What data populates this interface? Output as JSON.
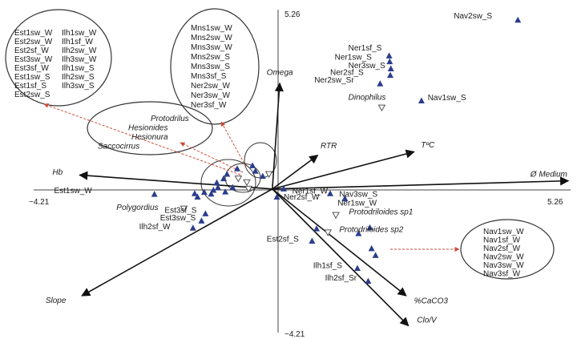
{
  "chart_data": {
    "type": "scatter",
    "title": "",
    "xlabel": "",
    "ylabel": "",
    "xlim": [
      -4.21,
      5.26
    ],
    "ylim": [
      -4.21,
      5.26
    ],
    "tick_labels": {
      "xmin": "−4.21",
      "xmax": "5.26",
      "ymin": "−4.21",
      "ymax": "5.26"
    },
    "colors": {
      "site_marker": "#2b3d8c",
      "taxon_marker": "#ffffff",
      "arrow": "#111111",
      "link": "#d04a3a",
      "ellipse": "#333333"
    },
    "sites": [
      {
        "label": "Nav2sw_S",
        "x": 4.33,
        "y": 4.95,
        "lx": 3.2,
        "ly": 5.0
      },
      {
        "label": "Ner1sf_S",
        "x": 2.06,
        "y": 3.9,
        "lx": 1.34,
        "ly": 4.06
      },
      {
        "label": "Ner1sw_S",
        "x": 2.07,
        "y": 3.73,
        "lx": 1.1,
        "ly": 3.79
      },
      {
        "label": "Ner3sw_S",
        "x": 2.09,
        "y": 3.52,
        "lx": 1.34,
        "ly": 3.55
      },
      {
        "label": "Ner2sf_S",
        "x": 2.08,
        "y": 3.33,
        "lx": 1.02,
        "ly": 3.35
      },
      {
        "label": "Ner2sw_Sr",
        "x": 1.9,
        "y": 3.08,
        "lx": 0.74,
        "ly": 3.12
      },
      {
        "label": "Nav1sw_S",
        "x": 2.63,
        "y": 2.58,
        "lx": 2.74,
        "ly": 2.6
      },
      {
        "label": "Est1sw_W",
        "x": -2.08,
        "y": -0.16,
        "lx": -3.85,
        "ly": -0.12
      },
      {
        "label": "Ner1sf_W",
        "x": 0.2,
        "y": 0.0,
        "lx": 0.35,
        "ly": -0.13
      },
      {
        "label": "Ner2sf_W",
        "x": 0.08,
        "y": -0.24,
        "lx": 0.2,
        "ly": -0.31
      },
      {
        "label": "Ner1sw_W",
        "x": 1.28,
        "y": -0.29,
        "lx": 1.15,
        "ly": -0.48
      },
      {
        "label": "Nav3sw_S",
        "x": 1.02,
        "y": -0.14,
        "lx": 1.18,
        "ly": -0.23
      },
      {
        "label": "Est3sf_S",
        "x": -1.18,
        "y": -0.73,
        "lx": -1.9,
        "ly": -0.7
      },
      {
        "label": "Est3sw_S",
        "x": -1.25,
        "y": -0.94,
        "lx": -1.98,
        "ly": -0.92
      },
      {
        "label": "Ilh2sf_W",
        "x": -1.4,
        "y": -1.15,
        "lx": -2.35,
        "ly": -1.18
      },
      {
        "label": "Est2sf_S",
        "x": 0.7,
        "y": -1.53,
        "lx": -0.1,
        "ly": -1.54
      },
      {
        "label": "Ilh1sf_S",
        "x": 1.5,
        "y": -2.33,
        "lx": 0.72,
        "ly": -2.32
      },
      {
        "label": "Ilh2sf_Sr",
        "x": 1.69,
        "y": -2.71,
        "lx": 0.93,
        "ly": -2.68
      },
      {
        "label": "",
        "x": 1.72,
        "y": -1.14
      },
      {
        "label": "",
        "x": 1.75,
        "y": -1.75
      },
      {
        "label": "",
        "x": 1.82,
        "y": -1.95
      },
      {
        "label": "",
        "x": 1.52,
        "y": -1.31
      },
      {
        "label": "",
        "x": 0.78,
        "y": -1.17
      },
      {
        "label": "",
        "x": -0.62,
        "y": 0.59
      },
      {
        "label": "",
        "x": -0.35,
        "y": 0.68
      },
      {
        "label": "",
        "x": -0.3,
        "y": 0.52
      },
      {
        "label": "",
        "x": -0.17,
        "y": 0.37
      },
      {
        "label": "",
        "x": -0.8,
        "y": 0.43
      },
      {
        "label": "",
        "x": -0.86,
        "y": 0.3
      },
      {
        "label": "",
        "x": -0.98,
        "y": 0.18
      },
      {
        "label": "",
        "x": -0.96,
        "y": 0.04
      },
      {
        "label": "",
        "x": -1.04,
        "y": -0.04
      },
      {
        "label": "",
        "x": -1.08,
        "y": -0.15
      },
      {
        "label": "",
        "x": -1.2,
        "y": -0.1
      },
      {
        "label": "",
        "x": -1.37,
        "y": -0.14
      },
      {
        "label": "",
        "x": -1.32,
        "y": -0.24
      },
      {
        "label": "",
        "x": -0.83,
        "y": -0.09
      },
      {
        "label": "",
        "x": -0.7,
        "y": 0.04
      }
    ],
    "taxa": [
      {
        "label": "Dinophilus",
        "x": 1.93,
        "y": 2.39,
        "lx": 1.34,
        "ly": 2.62
      },
      {
        "label": "Polygordius",
        "x": -1.56,
        "y": -0.57,
        "lx": -2.75,
        "ly": -0.62
      },
      {
        "label": "Protodriloides sp1",
        "x": 1.12,
        "y": -0.76,
        "lx": 1.35,
        "ly": -0.74
      },
      {
        "label": "Protodriloides sp2",
        "x": 0.98,
        "y": -1.27,
        "lx": 1.18,
        "ly": -1.26
      },
      {
        "label": "",
        "x": -0.6,
        "y": 0.31
      },
      {
        "label": "",
        "x": -0.45,
        "y": 0.2
      },
      {
        "label": "",
        "x": -0.42,
        "y": 0.01
      },
      {
        "label": "",
        "x": -0.06,
        "y": 0.44
      }
    ],
    "vectors": [
      {
        "label": "Ø Medium",
        "x": 5.22,
        "y": 0.24,
        "lx": 4.55,
        "ly": 0.36
      },
      {
        "label": "TºC",
        "x": 2.5,
        "y": 1.09,
        "lx": 2.62,
        "ly": 1.22
      },
      {
        "label": "RTR",
        "x": 0.8,
        "y": 0.99,
        "lx": 0.85,
        "ly": 1.2
      },
      {
        "label": "Omega",
        "x": 0.13,
        "y": 3.1,
        "lx": -0.1,
        "ly": 3.35
      },
      {
        "label": "Hb",
        "x": -3.4,
        "y": 0.41,
        "lx": -3.88,
        "ly": 0.42
      },
      {
        "label": "Slope",
        "x": -3.36,
        "y": -3.13,
        "lx": -4.0,
        "ly": -3.34
      },
      {
        "label": "%CaCO3",
        "x": 2.36,
        "y": -3.13,
        "lx": 2.5,
        "ly": -3.35
      },
      {
        "label": "Clo/V",
        "x": 2.4,
        "y": -4.01,
        "lx": 2.55,
        "ly": -3.92
      }
    ],
    "annotations": [
      {
        "id": "cluster-est",
        "columns": [
          [
            "Est1sw_W",
            "Est2sw_W",
            "Est2sf_W",
            "Est3sw_W",
            "Est3sf_W",
            "Est1sw_S",
            "Est1sf_S",
            "Est2sw_S"
          ],
          [
            "Ilh1sw_W",
            "Ilh1sf_W",
            "Ilh2sw_W",
            "Ilh3sw_W",
            "Ilh1sw_S",
            "Ilh2sw_S",
            "Ilh3sw_S"
          ]
        ]
      },
      {
        "id": "cluster-mns",
        "columns": [
          [
            "Mns1sw_W",
            "Mns2sw_W",
            "Mns3sw_W",
            "Mns2sw_S",
            "Mns3sw_S",
            "Mns3sf_S",
            "Ner2sw_W",
            "Ner3sw_W",
            "Ner3sf_W"
          ]
        ]
      },
      {
        "id": "cluster-taxa",
        "columns": [
          [
            "Protodrilus",
            "Hesionides",
            "Hesionura",
            "Saccocirrus"
          ]
        ]
      },
      {
        "id": "cluster-nav",
        "columns": [
          [
            "Nav1sw_W",
            "Nav1sf_W",
            "Nav2sf_W",
            "Nav2sw_W",
            "Nav3sw_W",
            "Nav3sf_W"
          ]
        ]
      }
    ]
  }
}
